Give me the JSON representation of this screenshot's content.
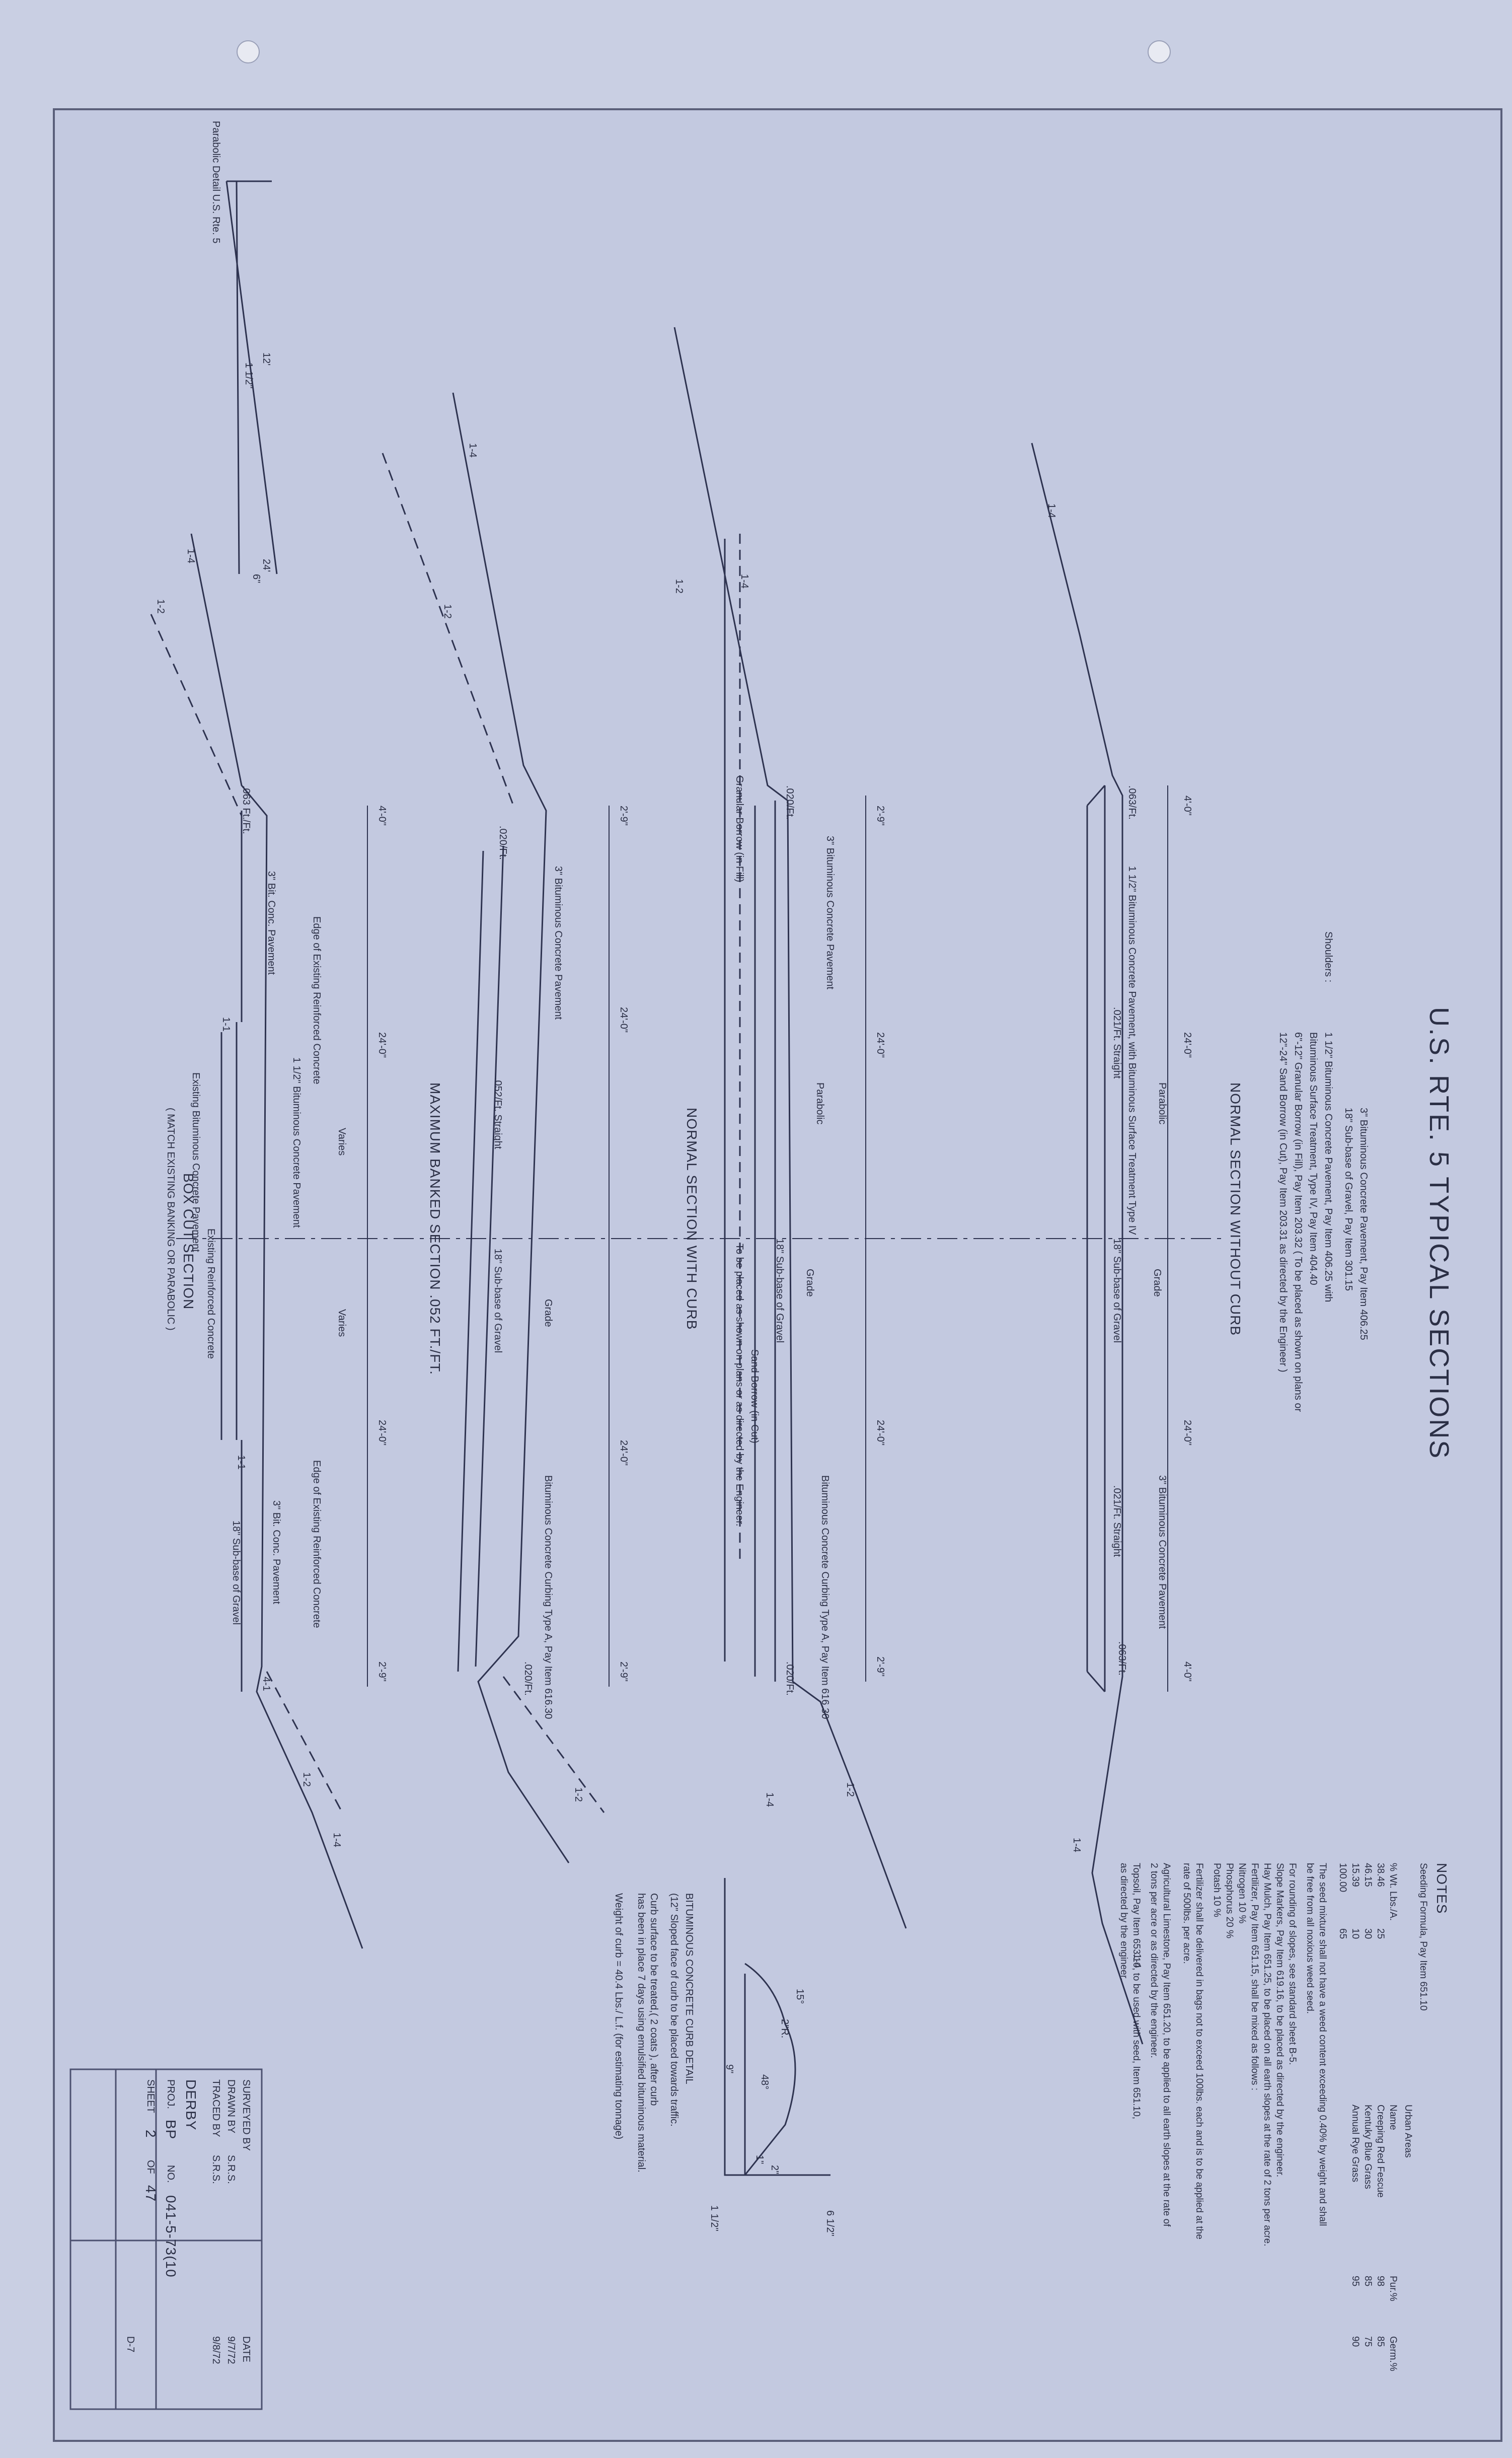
{
  "title": "U.S. RTE. 5 TYPICAL SECTIONS",
  "pavement": {
    "line1": "3\"     Bituminous Concrete Pavement, Pay Item 406.25",
    "line2": "18\"   Sub-base of Gravel, Pay Item 301.15",
    "shoulders_label": "Shoulders :",
    "line3": "1 1/2\"  Bituminous Concrete Pavement, Pay Item 406.25 with",
    "line4": "           Bituminous Surface Treatment, Type IV, Pay Item 404.40",
    "line5": "6\"-12\"  Granular Borrow (in Fill), Pay Item 203.32  ( To be placed as shown on plans or",
    "line6": "12\"-24\" Sand Borrow (in Cut), Pay Item 203.31    as directed by the Engineer )"
  },
  "sections": {
    "s1": "NORMAL SECTION WITHOUT CURB",
    "s2": "NORMAL SECTION WITH CURB",
    "s3": "MAXIMUM BANKED SECTION .052 FT./FT.",
    "s4": "BOX CUT SECTION",
    "s4b": "( MATCH EXISTING BANKING OR PARABOLIC )"
  },
  "parabolic_detail": "Parabolic Detail U.S. Rte. 5",
  "dims": {
    "d4": "4'-0\"",
    "d24": "24'-0\"",
    "d29": "2'-9\"",
    "d6": "6\"",
    "d18": "18\"",
    "d3": "3\"",
    "d12": "12'",
    "d24b": "24'",
    "d6b": "6\"",
    "d112": "1 1/2\"",
    "varies": "Varies"
  },
  "slopes": {
    "s14": "1-4",
    "s12": "1-2",
    "s11": "1-1",
    "s41": "4-1",
    "r063": ".063/Ft.",
    "r021": ".021/Ft. Straight",
    "r052": ".052/Ft. Straight",
    "r020": ".020/Ft.",
    "r063b": ".063 Ft./Ft."
  },
  "callouts": {
    "parabolic": "Parabolic",
    "grade": "Grade",
    "cl": "℄",
    "subbase": "18\" Sub-base of Gravel",
    "bitconc": "3\" Bituminous Concrete Pavement",
    "bit112": "1 1/2\" Bituminous Concrete Pavement, with Bituminous Surface Treatment Type IV",
    "granular": "Granular Borrow (in Fill)",
    "sand": "Sand Borrow (in Cut)",
    "placed": "To be placed as shown on plans or as directed by the Engineer.",
    "curbing": "Bituminous Concrete Curbing Type A, Pay Item 616.30",
    "edge": "Edge of Existing Reinforced Concrete",
    "bit3conc": "3\" Bit. Conc. Pavement",
    "existrc": "Existing Reinforced Concrete",
    "existbit": "Existing Bituminous Concrete Pavement",
    "bit112p": "1 1/2\" Bituminous Concrete Pavement"
  },
  "notes": {
    "heading": "NOTES",
    "seeding": "Seeding Formula, Pay Item 651.10",
    "urban": "Urban Areas",
    "hdr_lbs": "% Wt.  Lbs./A.",
    "hdr_name": "Name",
    "hdr_pur": "Pur.%",
    "hdr_germ": "Germ.%",
    "rows": [
      {
        "wt": "38.46",
        "lbs": "25",
        "name": "Creeping Red Fescue",
        "pur": "98",
        "germ": "85"
      },
      {
        "wt": "46.15",
        "lbs": "30",
        "name": "Kentuky Blue Grass",
        "pur": "85",
        "germ": "75"
      },
      {
        "wt": "15.39",
        "lbs": "10",
        "name": "Annual Rye Grass",
        "pur": "95",
        "germ": "90"
      },
      {
        "wt": "100.00",
        "lbs": "65",
        "name": "",
        "pur": "",
        "germ": ""
      }
    ],
    "n1": "The seed mixture shall not have a weed content exceeding 0.40% by weight and shall",
    "n2": "be free from all noxious weed seed.",
    "n3": "For rounding of slopes, see standard sheet B-5.",
    "n4": "Slope Markers, Pay Item 619.16, to be placed as directed by the engineer.",
    "n5": "Hay Mulch, Pay Item 651.25, to be placed on all earth slopes at the rate of 2 tons per acre.",
    "n6": "Fertilizer, Pay Item 651.15, shall be mixed as follows :",
    "n7": "Nitrogen        10 %",
    "n8": "Phosphorus    20 %",
    "n9": "Potash           10 %",
    "n10": "Fertilizer shall be delivered in bags not to exceed 100lbs. each and is to be applied at the",
    "n11": "rate of 500lbs. per acre.",
    "n12": "Agricultural Limestone, Pay Item 651.20, to be applied to all earth slopes at the rate of",
    "n13": "2 tons per acre or as directed by the engineer.",
    "n14": "Topsoil, Pay Item 653.10, to be used with seed, Item 651.10,",
    "n15": "as directed by the engineer."
  },
  "curb": {
    "title": "BITUMINOUS CONCRETE CURB DETAIL",
    "l1": "(12\" Sloped face of curb to be placed towards traffic.",
    "l2": "Curb surface to be treated,( 2 coats ), after curb",
    "l3": "has been in place 7 days using emulsified bituminous material.",
    "l4": "Weight of curb = 40.4 Lbs./ L.f.  (for estimating tonnage)",
    "d6": "6 1/2\"",
    "d2": "2\"",
    "d1": "1\"",
    "d9": "9\"",
    "d112": "1 1/2\"",
    "r2": "2\"R.",
    "a48": "48°",
    "a15": "15°"
  },
  "titleblock": {
    "surveyed_lbl": "SURVEYED BY",
    "date_lbl": "DATE",
    "drawn_lbl": "DRAWN BY",
    "drawn": "S.R.S.",
    "drawn_date": "9/7/72",
    "traced_lbl": "TRACED BY",
    "traced": "S.R.S.",
    "traced_date": "9/8/72",
    "town": "DERBY",
    "proj_lbl": "PROJ.",
    "proj": "BP",
    "no_lbl": "NO.",
    "no": "041-5-73(10",
    "sheet_lbl": "SHEET",
    "sheet": "2",
    "of_lbl": "OF",
    "of": "47",
    "code": "D-7"
  }
}
